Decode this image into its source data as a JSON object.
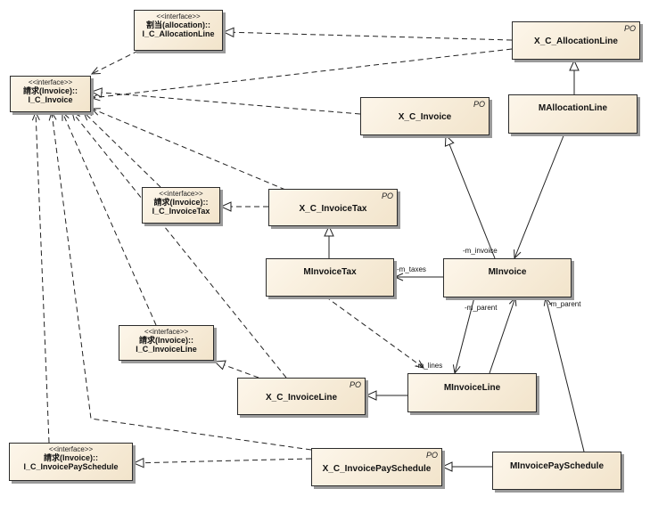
{
  "colors": {
    "box_fill": "#f5ead5",
    "border": "#2b2b2b",
    "line": "#222222"
  },
  "interfaces": {
    "allocation": {
      "stereotype": "<<interface>>",
      "line1": "割当(allocation)::",
      "line2": "I_C_AllocationLine"
    },
    "invoice": {
      "stereotype": "<<interface>>",
      "line1": "請求(Invoice)::",
      "line2": "I_C_Invoice"
    },
    "invoice_tax": {
      "stereotype": "<<interface>>",
      "line1": "請求(Invoice)::",
      "line2": "I_C_InvoiceTax"
    },
    "invoice_line": {
      "stereotype": "<<interface>>",
      "line1": "請求(Invoice)::",
      "line2": "I_C_InvoiceLine"
    },
    "invoice_pay_schedule": {
      "stereotype": "<<interface>>",
      "line1": "請求(Invoice)::",
      "line2": "I_C_InvoicePaySchedule"
    }
  },
  "classes": {
    "x_c_allocation_line": {
      "name": "X_C_AllocationLine",
      "tag": "PO"
    },
    "m_allocation_line": {
      "name": "MAllocationLine"
    },
    "x_c_invoice": {
      "name": "X_C_Invoice",
      "tag": "PO"
    },
    "x_c_invoice_tax": {
      "name": "X_C_InvoiceTax",
      "tag": "PO"
    },
    "m_invoice_tax": {
      "name": "MInvoiceTax"
    },
    "m_invoice": {
      "name": "MInvoice"
    },
    "x_c_invoice_line": {
      "name": "X_C_InvoiceLine",
      "tag": "PO"
    },
    "m_invoice_line": {
      "name": "MInvoiceLine"
    },
    "x_c_invoice_pay_schedule": {
      "name": "X_C_InvoicePaySchedule",
      "tag": "PO"
    },
    "m_invoice_pay_schedule": {
      "name": "MInvoicePaySchedule"
    }
  },
  "labels": {
    "m_invoice_top": "-m_invoice",
    "m_taxes": "-m_taxes",
    "m_parent_left": "-m_parent",
    "m_parent_right": "-m_parent",
    "m_lines": "-m_lines"
  }
}
